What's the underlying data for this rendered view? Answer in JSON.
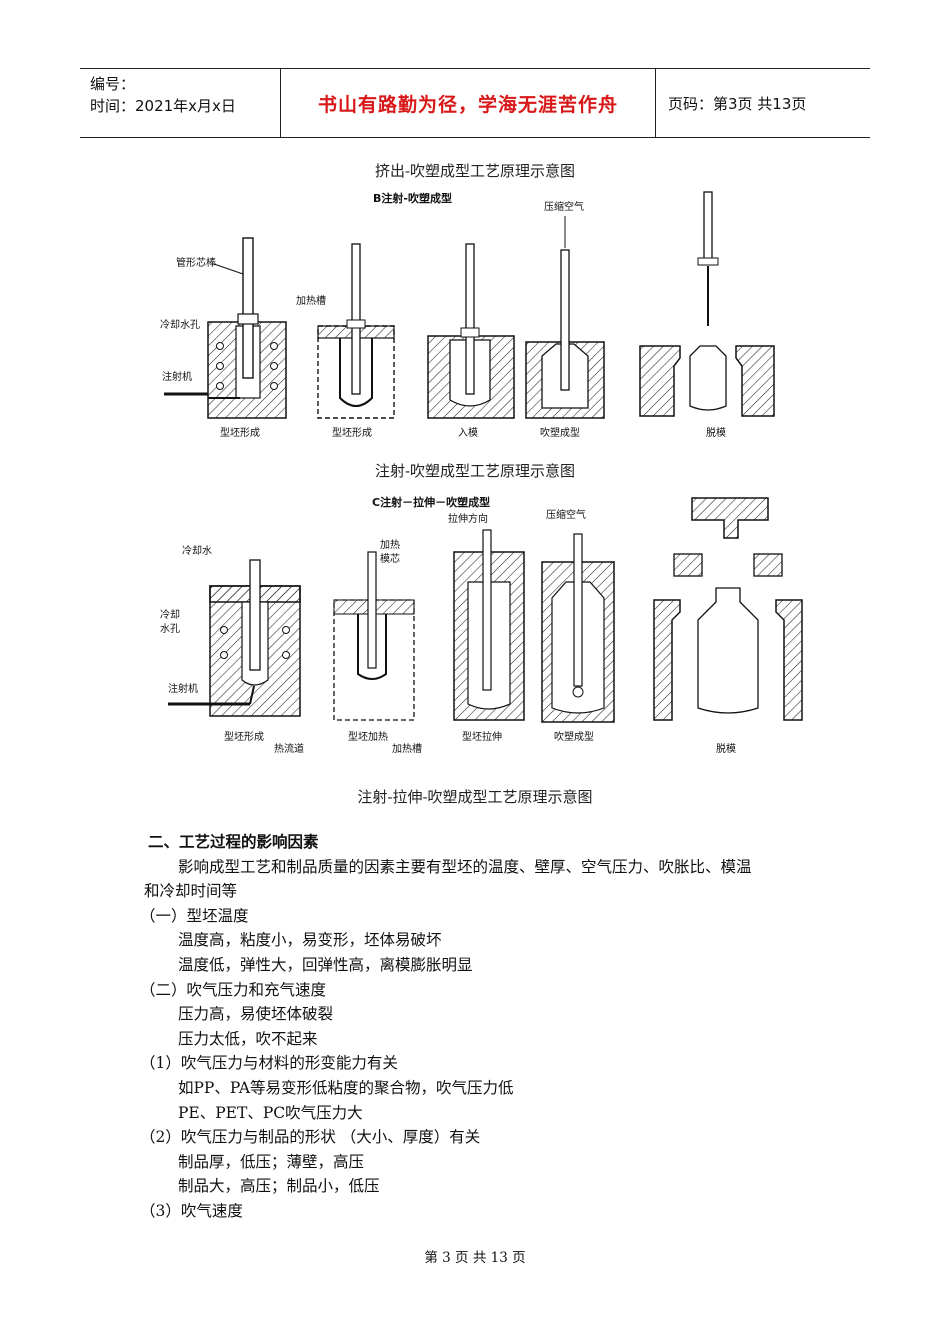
{
  "header": {
    "number_label": "编号：",
    "time_label": "时间：2021年x月x日",
    "motto": "书山有路勤为径，学海无涯苦作舟",
    "page_info": "页码：第3页 共13页"
  },
  "figure1": {
    "caption": "挤出-吹塑成型工艺原理示意图"
  },
  "figure2": {
    "title": "B注射-吹塑成型",
    "labels": {
      "mandrel": "管形芯棒",
      "heating_tank": "加热槽",
      "compressed_air": "压缩空气",
      "cooling_hole": "冷却水孔",
      "injector": "注射机",
      "parison_forming": "型坯形成",
      "parison_forming_2": "型坯形成",
      "into_mold": "入模",
      "blow_molding": "吹塑成型",
      "demold": "脱模"
    },
    "caption": "注射-吹塑成型工艺原理示意图"
  },
  "figure3": {
    "title": "C注射－拉伸－吹塑成型",
    "labels": {
      "stretch_dir": "拉伸方向",
      "compressed_air": "压缩空气",
      "cooling_water": "冷却水",
      "heating_core": "加热",
      "heating_core_2": "模芯",
      "cooling_1": "冷却",
      "cooling_2": "水孔",
      "injector": "注射机",
      "parison_forming": "型坯形成",
      "hot_runner": "热流道",
      "parison_heating": "型坯加热",
      "heating_tank": "加热槽",
      "parison_stretch": "型坯拉伸",
      "blow_molding": "吹塑成型",
      "demold": "脱模"
    },
    "caption": "注射-拉伸-吹塑成型工艺原理示意图"
  },
  "section": {
    "heading": "二、工艺过程的影响因素",
    "intro_1": "影响成型工艺和制品质量的因素主要有型坯的温度、壁厚、空气压力、吹胀比、模温",
    "intro_2": "和冷却时间等",
    "s1_title": "（一）型坯温度",
    "s1_a": "温度高，粘度小，易变形，坯体易破坏",
    "s1_b": "温度低，弹性大，回弹性高，离模膨胀明显",
    "s2_title": "（二）吹气压力和充气速度",
    "s2_a": "压力高，易使坯体破裂",
    "s2_b": "压力太低，吹不起来",
    "p1_title": "（1）吹气压力与材料的形变能力有关",
    "p1_a": "如PP、PA等易变形低粘度的聚合物，吹气压力低",
    "p1_b": "PE、PET、PC吹气压力大",
    "p2_title": "（2）吹气压力与制品的形状 （大小、厚度）有关",
    "p2_a": "制品厚，低压；薄壁，高压",
    "p2_b": "制品大，高压；制品小，低压",
    "p3_title": "（3）吹气速度"
  },
  "footer": {
    "text": "第 3 页 共 13 页"
  }
}
